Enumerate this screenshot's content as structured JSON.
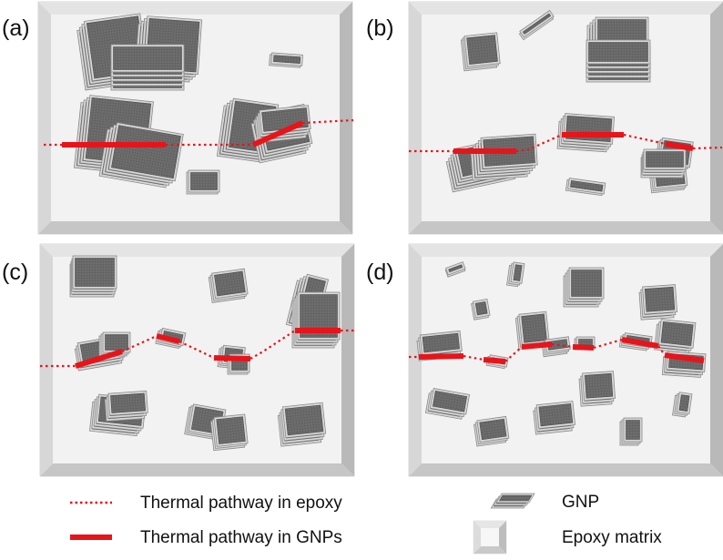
{
  "panels": [
    {
      "label": "(a)"
    },
    {
      "label": "(b)"
    },
    {
      "label": "(c)"
    },
    {
      "label": "(d)"
    }
  ],
  "legend": {
    "epoxy_path": "Thermal pathway in epoxy",
    "gnp_path": "Thermal pathway in GNPs",
    "gnp": "GNP",
    "matrix": "Epoxy matrix"
  },
  "colors": {
    "pathway": "#e8141a",
    "matrix_face": "#f2f2f2",
    "gnp_face": "#6b6b6b",
    "gnp_edge": "#d8d8d8"
  }
}
